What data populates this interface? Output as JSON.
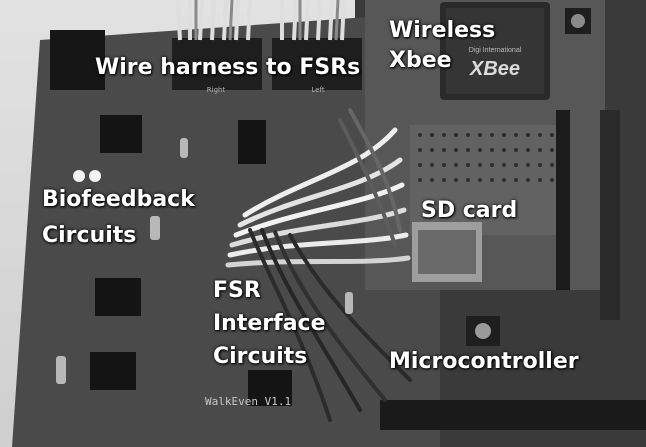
{
  "labels": {
    "harness": "Wire harness to FSRs",
    "xbee": [
      "Wireless",
      "Xbee"
    ],
    "biofeedback": [
      "Biofeedback",
      "Circuits"
    ],
    "sd_card": "SD card",
    "fsr_interface": [
      "FSR",
      "Interface",
      "Circuits"
    ],
    "microcontroller": "Microcontroller"
  },
  "board": {
    "silkscreen": "WalkEven V1.1",
    "xbee_module": "XBee",
    "xbee_maker": "Digi International",
    "header_right": "Right",
    "header_left": "Left"
  }
}
